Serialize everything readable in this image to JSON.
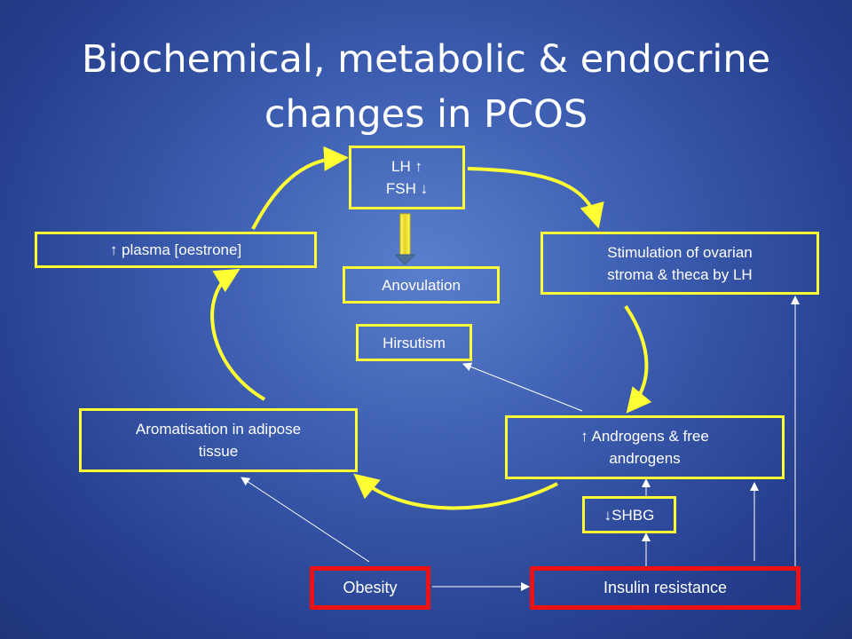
{
  "title": "Biochemical, metabolic & endocrine changes in PCOS",
  "nodes": {
    "lh_fsh": "LH ↑\nFSH ↓",
    "oestrone": "↑ plasma [oestrone]",
    "stimulation": "Stimulation of ovarian\nstroma & theca by LH",
    "anovulation": "Anovulation",
    "hirsutism": "Hirsutism",
    "aromatisation": "Aromatisation in adipose\ntissue",
    "androgens": "↑ Androgens & free\nandrogens",
    "shbg": "↓SHBG",
    "obesity": "Obesity",
    "insulin": "Insulin resistance"
  },
  "colors": {
    "cycle_arrow": "#ffff33",
    "box_border": "#ffff33",
    "highlight_border": "#ee1111",
    "thin_arrow": "#ffffff"
  }
}
